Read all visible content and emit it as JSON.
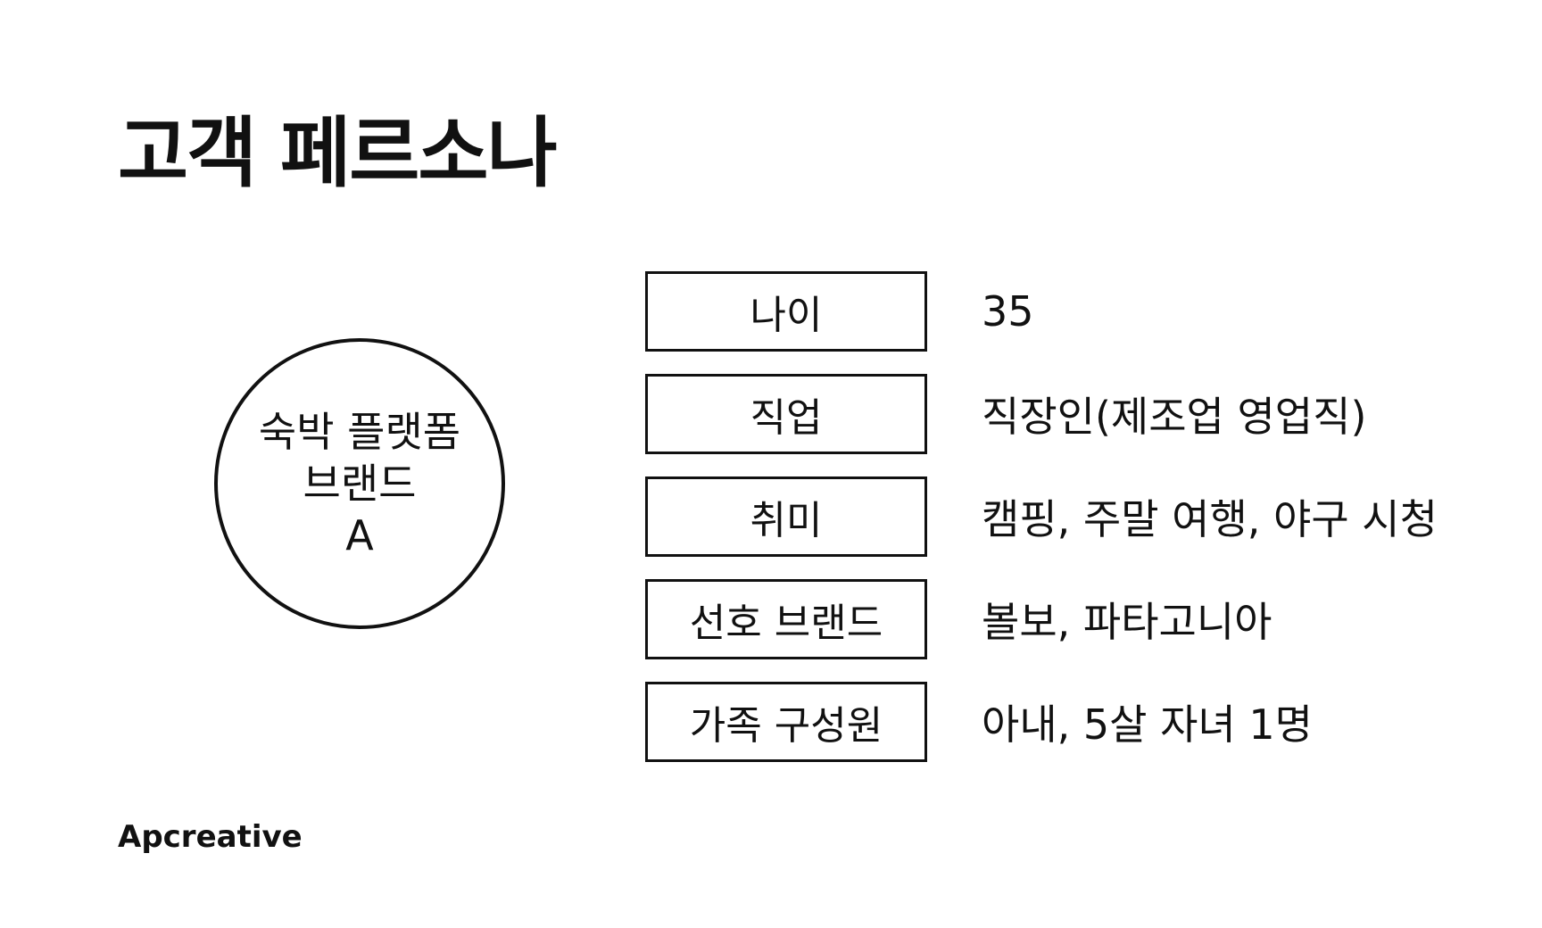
{
  "title": "고객 페르소나",
  "avatar": {
    "lines": [
      "숙박 플랫폼",
      "브랜드",
      "A"
    ]
  },
  "rows": [
    {
      "label": "나이",
      "value": "35"
    },
    {
      "label": "직업",
      "value": "직장인(제조업 영업직)"
    },
    {
      "label": "취미",
      "value": "캠핑, 주말 여행, 야구 시청"
    },
    {
      "label": "선호 브랜드",
      "value": "볼보, 파타고니아"
    },
    {
      "label": "가족 구성원",
      "value": "아내, 5살 자녀 1명"
    }
  ],
  "footer": {
    "brand": "Apcreative"
  }
}
